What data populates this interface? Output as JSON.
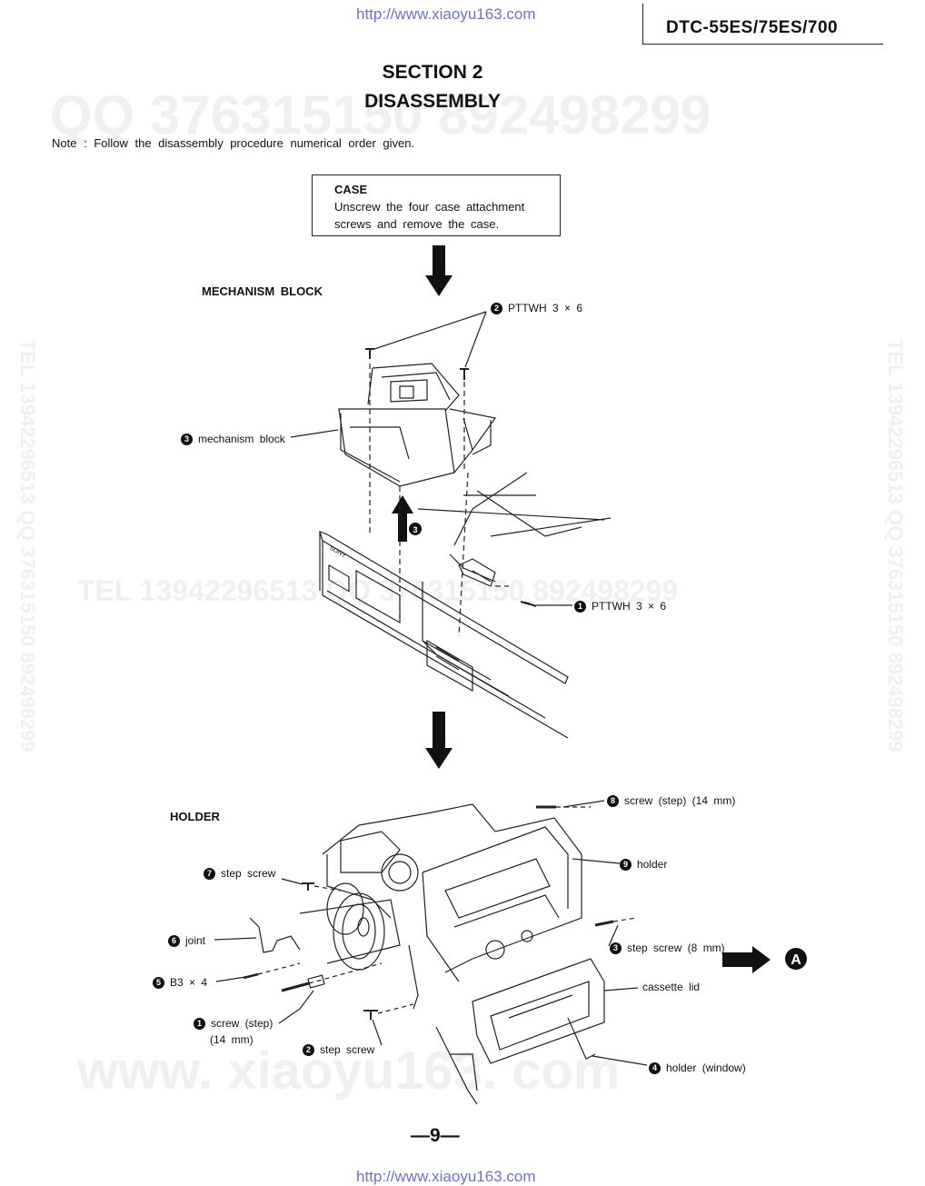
{
  "header": {
    "url_top": "http://www.xiaoyu163.com",
    "model": "DTC-55ES/75ES/700"
  },
  "watermarks": {
    "qq": "QQ 376315150  892498299",
    "tel_mid": "TEL 13942296513  QQ 376315150  892498299",
    "tel_vertical": "TEL 13942296513  QQ 376315150  892498299",
    "site": "www. xiaoyu163. com"
  },
  "section": {
    "number": "SECTION 2",
    "title": "DISASSEMBLY"
  },
  "note": {
    "prefix": "Note :",
    "text": "Follow the disassembly procedure numerical order given."
  },
  "case_box": {
    "title": "CASE",
    "line1": "Unscrew the four case attachment",
    "line2": "screws and remove the case."
  },
  "mechanism": {
    "heading": "MECHANISM BLOCK",
    "labels": [
      {
        "num": "2",
        "text": "PTTWH 3 × 6"
      },
      {
        "num": "3",
        "text": "mechanism block"
      },
      {
        "num": "1",
        "text": "PTTWH 3 × 6"
      }
    ],
    "arrow_num": "3",
    "brand": "SONY"
  },
  "holder": {
    "heading": "HOLDER",
    "labels": [
      {
        "num": "8",
        "text": "screw (step) (14 mm)"
      },
      {
        "num": "9",
        "text": "holder"
      },
      {
        "num": "7",
        "text": "step screw"
      },
      {
        "num": "6",
        "text": "joint"
      },
      {
        "num": "3",
        "text": "step screw (8 mm)"
      },
      {
        "num": "5",
        "text": "B3 × 4"
      },
      {
        "num": "",
        "text": "cassette lid"
      },
      {
        "num": "1",
        "text": "screw (step)"
      },
      {
        "num": "",
        "text": "(14 mm)"
      },
      {
        "num": "2",
        "text": "step screw"
      },
      {
        "num": "4",
        "text": "holder (window)"
      }
    ],
    "ref_mark": "A"
  },
  "footer": {
    "page": "—9—",
    "url_bottom": "http://www.xiaoyu163.com"
  }
}
